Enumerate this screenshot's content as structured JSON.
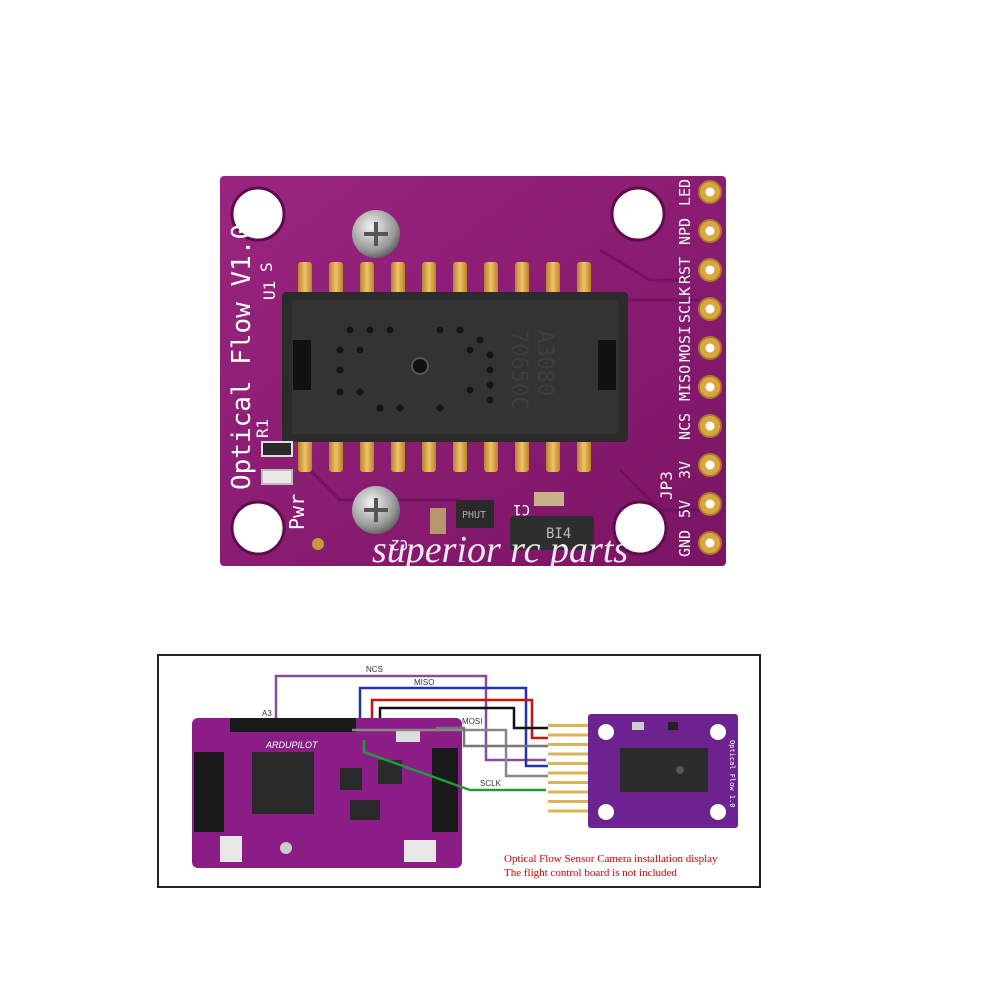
{
  "top_board": {
    "title": "Optical Flow V1.0",
    "refs": {
      "u1": "U1",
      "s": "S",
      "r1": "R1",
      "pwr": "Pwr",
      "c2": "C2",
      "c1": "C1",
      "jp3": "JP3"
    },
    "chip_marking": [
      "A3080",
      "70650C"
    ],
    "regulator_marking": "BI4",
    "small_ic_marking": "PHUT",
    "pin_labels": [
      "LED",
      "NPD",
      "RST",
      "SCLK",
      "MOSI",
      "MISO",
      "NCS",
      "3V",
      "5V",
      "GND"
    ],
    "watermark": "superior rc parts",
    "colors": {
      "pcb": "#8a1a72",
      "pcb_dark": "#6c0f58",
      "gold": "#d7a23f",
      "chip": "#2a2a2a"
    }
  },
  "bottom_panel": {
    "wire_labels": {
      "ncs": "NCS",
      "miso": "MISO",
      "mosi": "MOSI",
      "sclk": "SCLK",
      "a3": "A3"
    },
    "fc_brand": "ARDUPILOT",
    "small_board_title": "Optical Flow 1.0",
    "caption_lines": [
      "Optical Flow Sensor Camera installation display",
      "The flight control board is not included"
    ],
    "colors": {
      "ncs": "#8a4a9a",
      "miso": "#2233aa",
      "mosi": "#111111",
      "red": "#cc1111",
      "grey": "#888888",
      "sclk": "#1f9a3a",
      "caption": "#cc0000"
    }
  }
}
